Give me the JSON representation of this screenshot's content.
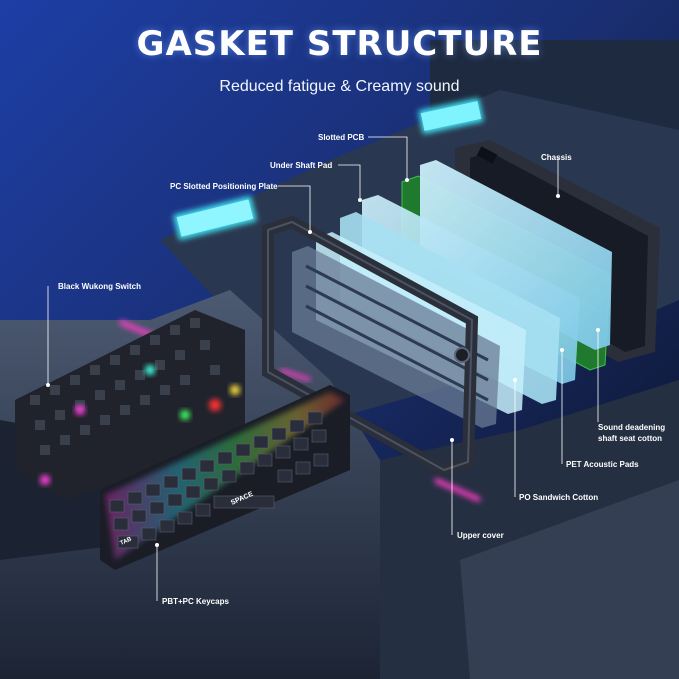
{
  "header": {
    "title": "GASKET STRUCTURE",
    "subtitle": "Reduced fatigue & Creamy sound"
  },
  "callouts": {
    "slotted_pcb": "Slotted PCB",
    "under_shaft_pad": "Under Shaft Pad",
    "pc_plate": "PC Slotted Positioning Plate",
    "chassis": "Chassis",
    "black_wukong_switch": "Black Wukong Switch",
    "sound_deadening": "Sound deadening shaft seat cotton",
    "pet_acoustic_pads": "PET Acoustic Pads",
    "po_sandwich_cotton": "PO Sandwich Cotton",
    "upper_cover": "Upper cover",
    "keycaps": "PBT+PC Keycaps"
  },
  "keycap_labels": {
    "space": "SPACE",
    "tab": "TAB"
  },
  "colors": {
    "neon_cyan": "#3fe0f0",
    "neon_magenta": "#ff3cc8",
    "pcb_green": "#1f7a2e",
    "foam_blue": "#8fd6ee",
    "frame_dark": "#2a2f3a"
  }
}
